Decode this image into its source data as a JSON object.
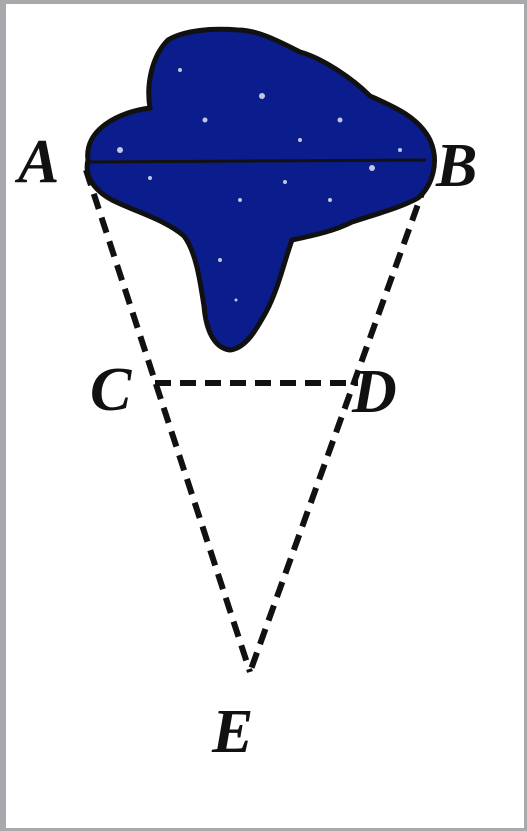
{
  "diagram": {
    "points": {
      "A": "A",
      "B": "B",
      "C": "C",
      "D": "D",
      "E": "E"
    },
    "colors": {
      "lake_fill": "#0b1d8c",
      "lake_outline": "#111111",
      "lines": "#111111",
      "frame": "#a9a9ad"
    }
  }
}
